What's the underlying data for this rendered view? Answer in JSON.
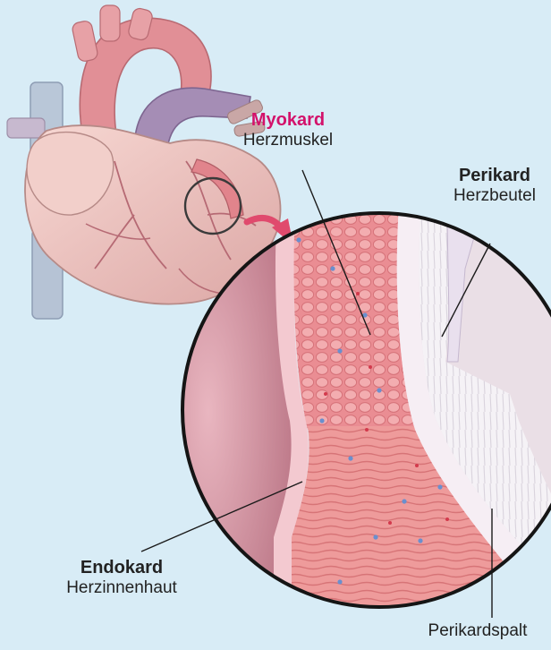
{
  "labels": {
    "myokard": {
      "title": "Myokard",
      "subtitle": "Herzmuskel"
    },
    "perikard": {
      "title": "Perikard",
      "subtitle": "Herzbeutel"
    },
    "endokard": {
      "title": "Endokard",
      "subtitle": "Herzinnenhaut"
    },
    "spalt": {
      "subtitle": "Perikardspalt"
    }
  },
  "colors": {
    "background": "#d8ecf6",
    "accent": "#d3126b",
    "muscle": "#e8878f",
    "heart": "#f0c4bf"
  },
  "icons": [
    "heart-illustration",
    "zoom-arrow-icon",
    "magnifier-circle"
  ]
}
